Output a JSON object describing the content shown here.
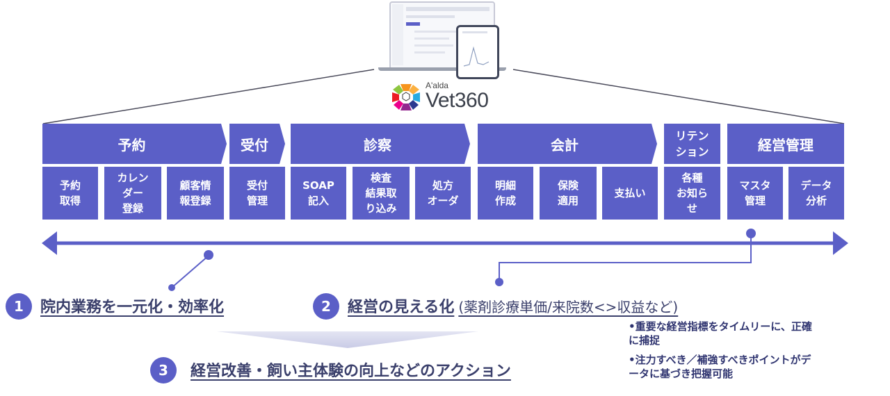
{
  "brand": {
    "prefix": "A'alda",
    "name": "Vet360"
  },
  "stages": [
    {
      "label": "予約"
    },
    {
      "label": "受付"
    },
    {
      "label": "診察"
    },
    {
      "label": "会計"
    },
    {
      "label": "リテン\nション"
    },
    {
      "label": "経営管理"
    }
  ],
  "subs": [
    "予約\n取得",
    "カレン\nダー\n登録",
    "顧客情\n報登録",
    "受付\n管理",
    "SOAP\n記入",
    "検査\n結果取\nり込み",
    "処方\nオーダ",
    "明細\n作成",
    "保険\n適用",
    "支払い",
    "各種\nお知ら\nせ",
    "マスタ\n管理",
    "データ\n分析"
  ],
  "points": {
    "p1": {
      "num": "1",
      "text": "院内業務を一元化・効率化"
    },
    "p2": {
      "num": "2",
      "text": "経営の見える化",
      "paren": "(薬剤診療単価/来院数<>収益など)"
    },
    "p3": {
      "num": "3",
      "text": "経営改善・飼い主体験の向上などのアクション"
    }
  },
  "bullets": [
    "•重要な経営指標をタイムリーに、正確\n に捕捉",
    "•注力すべき／補強すべきポイントがデ\n ータに基づき把握可能"
  ],
  "colors": {
    "accent": "#5b5fc7",
    "text": "#3a3f6b"
  }
}
